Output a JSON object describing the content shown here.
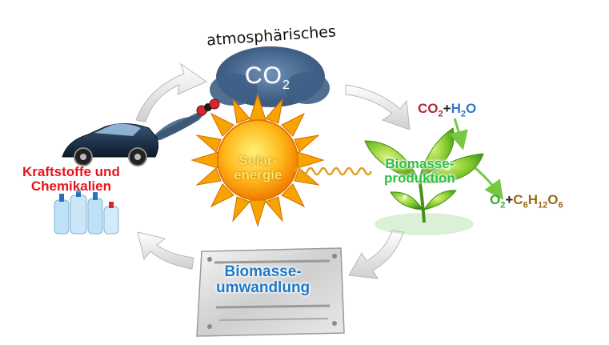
{
  "atmosphere": {
    "label": "atmosphärisches",
    "cloud_formula": "CO",
    "cloud_formula_sub": "2"
  },
  "inputs_formula": {
    "co": "CO",
    "co_sub": "2",
    "plus": "+",
    "h": "H",
    "h_sub": "2",
    "o": "O"
  },
  "outputs_formula": {
    "o": "O",
    "o_sub": "2",
    "plus": "+",
    "c": "C",
    "c_sub": "6",
    "h": "H",
    "h_sub": "12",
    "o2": "O",
    "o2_sub": "6"
  },
  "nodes": {
    "fuels": {
      "line1": "Kraftstoffe und",
      "line2": "Chemikalien"
    },
    "solar": {
      "line1": "Solar-",
      "line2": "energie"
    },
    "biomass_production": {
      "line1": "Biomasse-",
      "line2": "produktion"
    },
    "biomass_conversion": {
      "line1": "Biomasse-",
      "line2": "umwandlung"
    }
  },
  "colors": {
    "fuel_text": "#e8141b",
    "solar_text": "#f7e46a",
    "biomass_production_text": "#2fbf40",
    "biomass_conversion_text": "#1f78c8",
    "co2_red": "#b02a3a",
    "formula_blue": "#2f79c9",
    "formula_green": "#2fae2f",
    "formula_brown": "#9a6a1a",
    "cycle_arrow": "#e6e6e6"
  }
}
